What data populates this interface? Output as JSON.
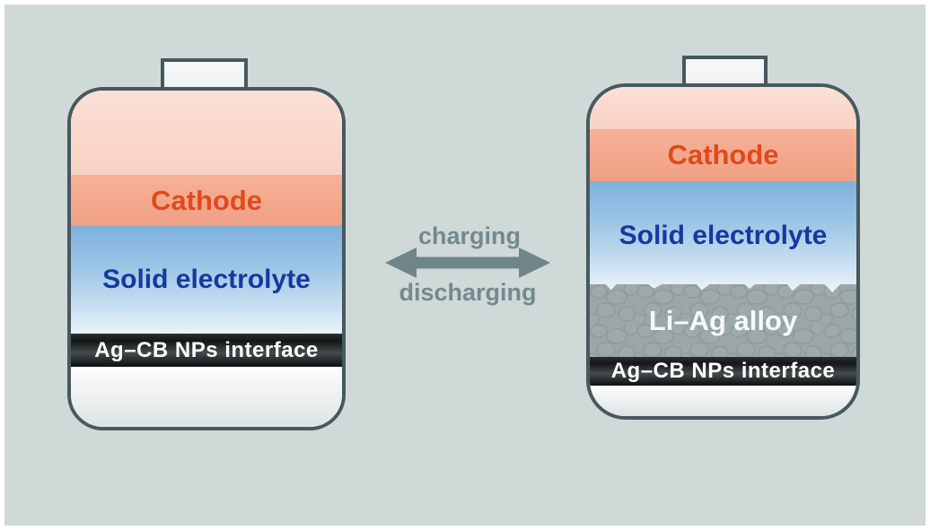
{
  "figure": {
    "left_battery": {
      "cathode_label": "Cathode",
      "electrolyte_label": "Solid electrolyte",
      "interface_label": "Ag–CB NPs interface"
    },
    "right_battery": {
      "cathode_label": "Cathode",
      "electrolyte_label": "Solid electrolyte",
      "alloy_label": "Li–Ag alloy",
      "interface_label": "Ag–CB NPs interface"
    },
    "transition": {
      "top_label": "charging",
      "bottom_label": "discharging"
    },
    "colors": {
      "background": "#cfd9d7",
      "battery_border": "#47595e",
      "cathode_fill_top": "#f8d2c4",
      "cathode_fill": "#f3a88d",
      "cathode_text": "#e04a1c",
      "electrolyte_fill_top": "#7eb1db",
      "electrolyte_fill_bottom": "#e9f3f9",
      "electrolyte_text": "#1639a0",
      "alloy_fill": "#9aa6a8",
      "alloy_text": "#f7f9f9",
      "interface_band": "#1a1f1f",
      "interface_text": "#ffffff",
      "arrow": "#708589"
    }
  }
}
